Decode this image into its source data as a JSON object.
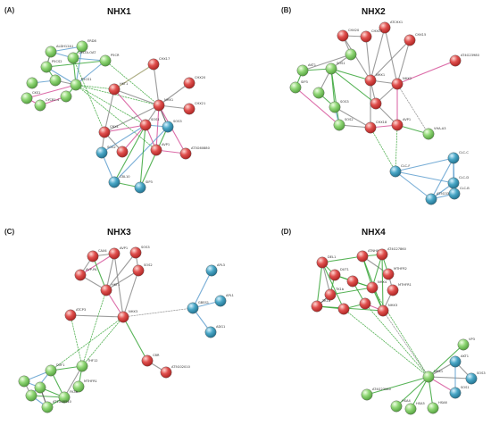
{
  "colors": {
    "red": "#e0504e",
    "green": "#8fd675",
    "teal": "#4aa7c6",
    "edge_green": "#3aa63a",
    "edge_blue": "#5f9fcf",
    "edge_gray": "#8a8a8a",
    "edge_pink": "#d6549a",
    "edge_black": "#4a4a4a",
    "edge_olive": "#a0a070"
  },
  "panels": [
    {
      "letter": "(A)",
      "title": "NHX1",
      "nodes": [
        {
          "id": "a1",
          "label": "ERD8",
          "color": "green"
        },
        {
          "id": "a2",
          "label": "ALDH12A1",
          "color": "green"
        },
        {
          "id": "a3",
          "label": "DELTA-OAT",
          "color": "green"
        },
        {
          "id": "a4",
          "label": "P5CR",
          "color": "green"
        },
        {
          "id": "a5",
          "label": "P5CS1",
          "color": "green"
        },
        {
          "id": "a6",
          "label": "P5CS2",
          "color": "green"
        },
        {
          "id": "a7",
          "label": "CKS1",
          "color": "green"
        },
        {
          "id": "a8",
          "label": "CYCB1-4",
          "color": "green"
        },
        {
          "id": "a9",
          "label": "CHX17",
          "color": "red"
        },
        {
          "id": "a10",
          "label": "HKT1",
          "color": "red"
        },
        {
          "id": "a11",
          "label": "CHX20",
          "color": "red"
        },
        {
          "id": "a12",
          "label": "NHX1",
          "color": "red"
        },
        {
          "id": "a13",
          "label": "CHX21",
          "color": "red"
        },
        {
          "id": "a14",
          "label": "CNX1",
          "color": "red"
        },
        {
          "id": "a15",
          "label": "SOS3",
          "color": "teal"
        },
        {
          "id": "a16",
          "label": "SOS1",
          "color": "red"
        },
        {
          "id": "a17",
          "label": "AVP1",
          "color": "red"
        },
        {
          "id": "a18",
          "label": "SOS2",
          "color": "teal"
        },
        {
          "id": "a19",
          "label": "CBL10",
          "color": "teal"
        },
        {
          "id": "a20",
          "label": "AT3G60880",
          "color": "red"
        },
        {
          "id": "a21",
          "label": "SIP3",
          "color": "teal"
        },
        {
          "id": "a22",
          "label": "",
          "color": "red"
        }
      ]
    },
    {
      "letter": "(B)",
      "title": "NHX2",
      "nodes": [
        {
          "id": "b1",
          "label": "ATCHX1",
          "color": "red"
        },
        {
          "id": "b2",
          "label": "CHX20",
          "color": "red"
        },
        {
          "id": "b3",
          "label": "CHX17",
          "color": "red"
        },
        {
          "id": "b4",
          "label": "CHX15",
          "color": "red"
        },
        {
          "id": "b5",
          "label": "AKT1",
          "color": "green"
        },
        {
          "id": "b6",
          "label": "SOS1",
          "color": "green"
        },
        {
          "id": "b7",
          "label": "NHX1",
          "color": "red"
        },
        {
          "id": "b8",
          "label": "AT4G23980",
          "color": "red"
        },
        {
          "id": "b9",
          "label": "SIP3",
          "color": "green"
        },
        {
          "id": "b10",
          "label": "NHX2",
          "color": "red"
        },
        {
          "id": "b11",
          "label": "SOS3",
          "color": "green"
        },
        {
          "id": "b12",
          "label": "SOS2",
          "color": "green"
        },
        {
          "id": "b13",
          "label": "CHX18",
          "color": "red"
        },
        {
          "id": "b14",
          "label": "AVP1",
          "color": "red"
        },
        {
          "id": "b15",
          "label": "VHA-A3",
          "color": "green"
        },
        {
          "id": "b16",
          "label": "CLC-C",
          "color": "teal"
        },
        {
          "id": "b17",
          "label": "CLC-F",
          "color": "teal"
        },
        {
          "id": "b18",
          "label": "CLC-D",
          "color": "teal"
        },
        {
          "id": "b19",
          "label": "AT5G33280",
          "color": "teal"
        },
        {
          "id": "b20",
          "label": "CLC-B",
          "color": "teal"
        },
        {
          "id": "b21",
          "label": "",
          "color": "green"
        },
        {
          "id": "b22",
          "label": "",
          "color": "green"
        },
        {
          "id": "b23",
          "label": "",
          "color": "red"
        }
      ]
    },
    {
      "letter": "(C)",
      "title": "NHX3",
      "nodes": [
        {
          "id": "c1",
          "label": "CAX4",
          "color": "red"
        },
        {
          "id": "c2",
          "label": "AVP1",
          "color": "red"
        },
        {
          "id": "c3",
          "label": "SOS3",
          "color": "red"
        },
        {
          "id": "c4",
          "label": "AVP-PA",
          "color": "red"
        },
        {
          "id": "c5",
          "label": "SOS2",
          "color": "red"
        },
        {
          "id": "c6",
          "label": "HKT1",
          "color": "red"
        },
        {
          "id": "c7",
          "label": "APL3",
          "color": "teal"
        },
        {
          "id": "c8",
          "label": "GBSS1",
          "color": "teal"
        },
        {
          "id": "c9",
          "label": "APL1",
          "color": "teal"
        },
        {
          "id": "c10",
          "label": "ADG1",
          "color": "teal"
        },
        {
          "id": "c11",
          "label": "ATCP3",
          "color": "red"
        },
        {
          "id": "c12",
          "label": "NHX3",
          "color": "red"
        },
        {
          "id": "c13",
          "label": "CBR",
          "color": "red"
        },
        {
          "id": "c14",
          "label": "AT5G02010",
          "color": "red"
        },
        {
          "id": "c15",
          "label": "THF12",
          "color": "green"
        },
        {
          "id": "c16",
          "label": "DVF1",
          "color": "green"
        },
        {
          "id": "c17",
          "label": "MTHFR1",
          "color": "green"
        },
        {
          "id": "c18",
          "label": "CLC1",
          "color": "green"
        },
        {
          "id": "c19",
          "label": "FK3b",
          "color": "green"
        },
        {
          "id": "c20",
          "label": "AT1G48540",
          "color": "green"
        },
        {
          "id": "c21",
          "label": "",
          "color": "green"
        },
        {
          "id": "c22",
          "label": "",
          "color": "green"
        }
      ]
    },
    {
      "letter": "(D)",
      "title": "NHX4",
      "nodes": [
        {
          "id": "d1",
          "label": "DEL1",
          "color": "red"
        },
        {
          "id": "d2",
          "label": "ATNHX4SS",
          "color": "red"
        },
        {
          "id": "d3",
          "label": "AT4G27860",
          "color": "red"
        },
        {
          "id": "d4",
          "label": "MTHFR2",
          "color": "red"
        },
        {
          "id": "d5",
          "label": "DUT1",
          "color": "red"
        },
        {
          "id": "d6",
          "label": "MTHFR1",
          "color": "red"
        },
        {
          "id": "d7",
          "label": "TK1b",
          "color": "red"
        },
        {
          "id": "d8",
          "label": "NHX4",
          "color": "red"
        },
        {
          "id": "d9",
          "label": "TK1a",
          "color": "red"
        },
        {
          "id": "d10",
          "label": "NHX3",
          "color": "red"
        },
        {
          "id": "d11",
          "label": "VP3",
          "color": "green"
        },
        {
          "id": "d12",
          "label": "NHX1",
          "color": "green"
        },
        {
          "id": "d13",
          "label": "AKT1",
          "color": "teal"
        },
        {
          "id": "d14",
          "label": "SOS3",
          "color": "teal"
        },
        {
          "id": "d15",
          "label": "SOS1",
          "color": "teal"
        },
        {
          "id": "d16",
          "label": "AT4G23980",
          "color": "green"
        },
        {
          "id": "d17",
          "label": "HSA4",
          "color": "green"
        },
        {
          "id": "d18",
          "label": "HSA5",
          "color": "green"
        },
        {
          "id": "d19",
          "label": "HSA6",
          "color": "green"
        },
        {
          "id": "d20",
          "label": "",
          "color": "red"
        },
        {
          "id": "d21",
          "label": "",
          "color": "red"
        },
        {
          "id": "d22",
          "label": "",
          "color": "red"
        }
      ]
    }
  ]
}
